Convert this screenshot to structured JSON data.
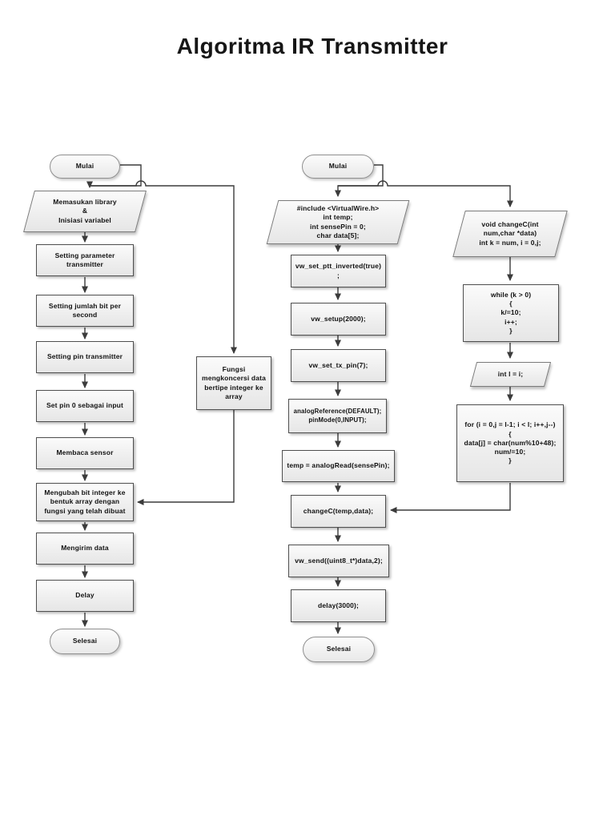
{
  "title": "Algoritma IR Transmitter",
  "colors": {
    "box_fill_top": "#fbfbfb",
    "box_fill_bottom": "#e6e6e6",
    "box_border": "#4f4f4f",
    "connector": "#3b3b3b",
    "text": "#111111"
  },
  "left": {
    "start": "Mulai",
    "io1": "Memasukan library\n&\nInisiasi variabel",
    "p1": "Setting parameter\ntransmitter",
    "p2": "Setting jumlah bit per\nsecond",
    "p3": "Setting pin transmitter",
    "p4": "Set pin 0 sebagai input",
    "p5": "Membaca sensor",
    "p6": "Mengubah bit integer ke\nbentuk array dengan\nfungsi yang telah dibuat",
    "p7": "Mengirim data",
    "p8": "Delay",
    "end": "Selesai",
    "func": "Fungsi\nmengkoncersi data\nbertipe integer ke\narray"
  },
  "middle": {
    "start": "Mulai",
    "io1": "#include <VirtualWire.h>\nint temp;\nint sensePin = 0;\nchar data[5];",
    "m1": "vw_set_ptt_inverted(true)\n;",
    "m2": "vw_setup(2000);",
    "m3": "vw_set_tx_pin(7);",
    "m4": "analogReference(DEFAULT);\npinMode(0,INPUT);",
    "m5": "temp = analogRead(sensePin);",
    "m6": "changeC(temp,data);",
    "m7": "vw_send((uint8_t*)data,2);",
    "m8": "delay(3000);",
    "end": "Selesai"
  },
  "right": {
    "io1": "void changeC(int\nnum,char *data)\nint k = num, i = 0,j;",
    "while_loop": "while (k > 0)\n{\nk/=10;\ni++;\n}",
    "io2": "int l = i;",
    "for_loop": "for (i = 0,j = l-1; i < l; i++,j--)\n{\ndata[j] = char(num%10+48);\nnum/=10;\n}"
  }
}
